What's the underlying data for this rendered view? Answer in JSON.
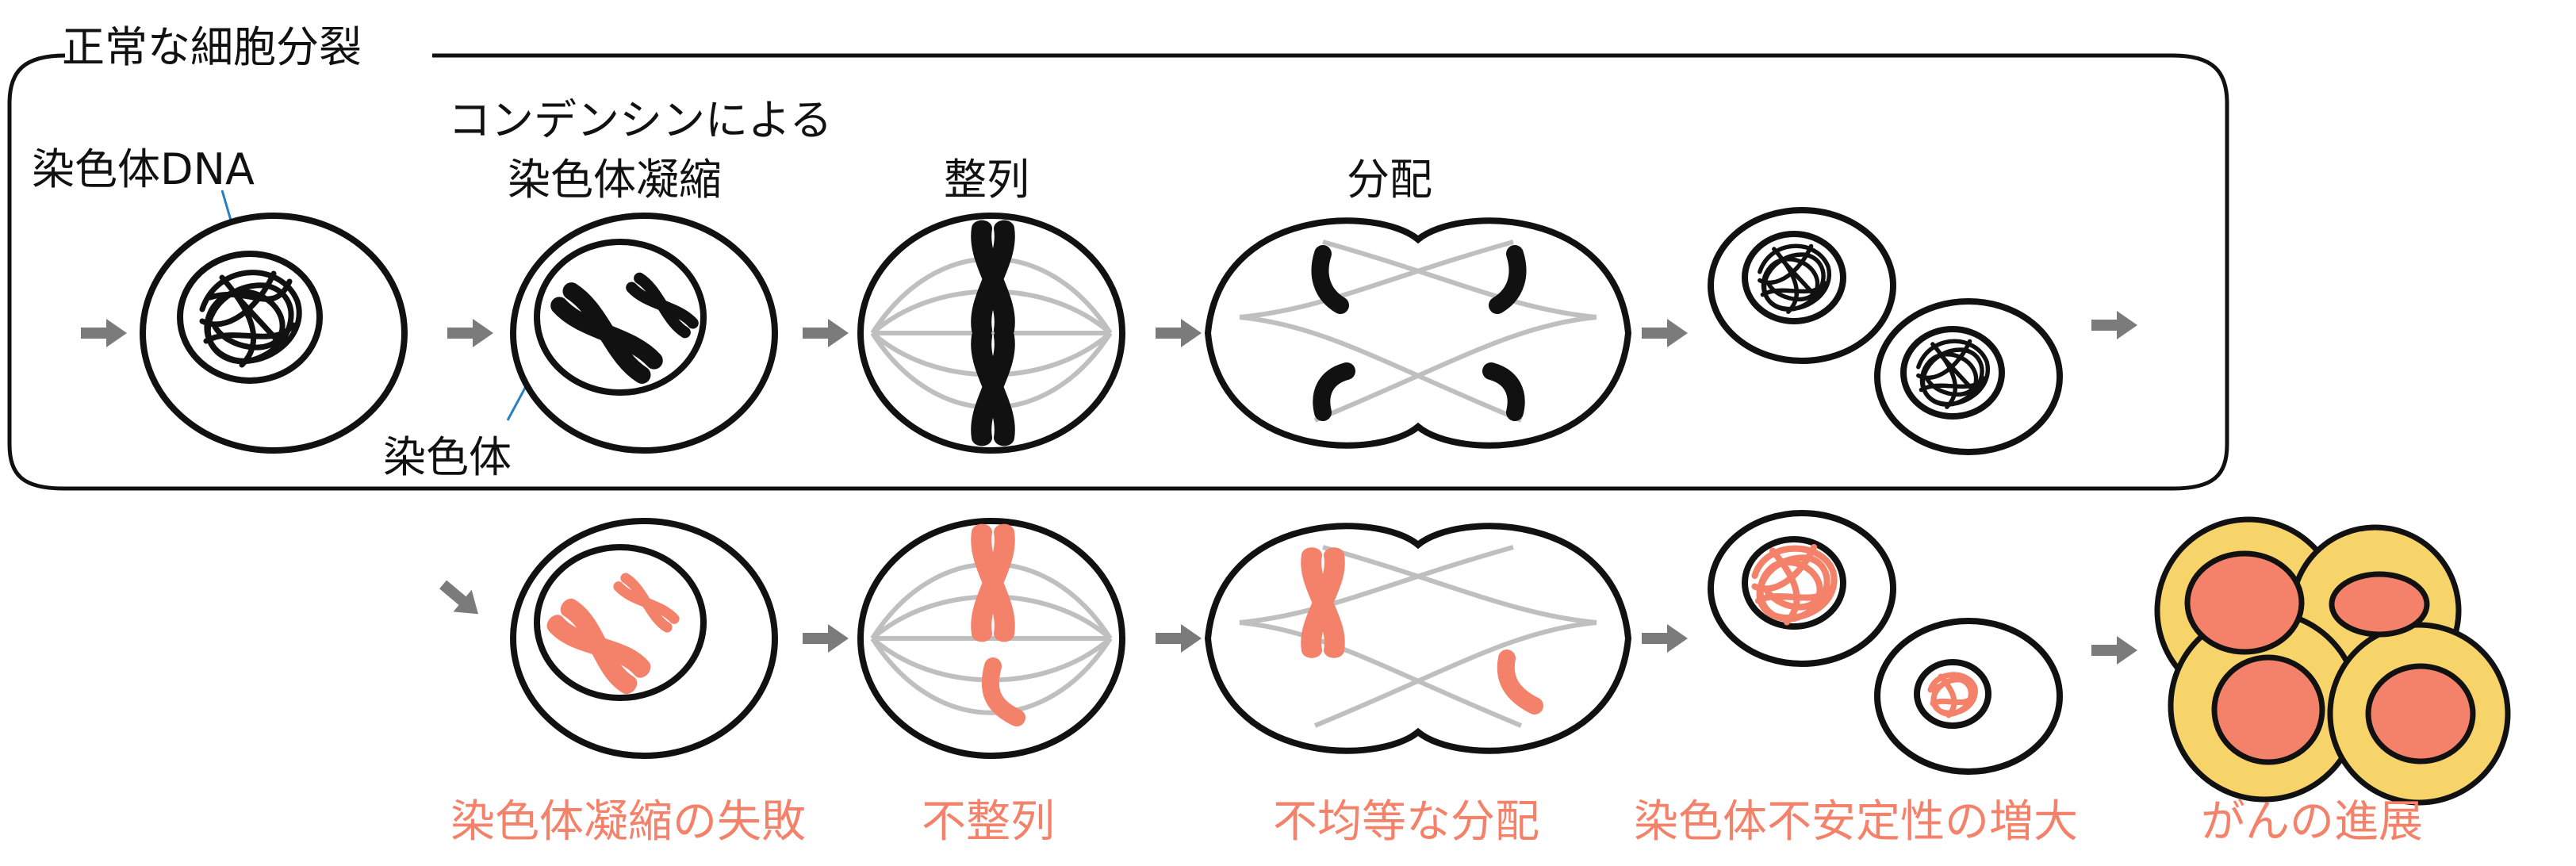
{
  "colors": {
    "black": "#111111",
    "gray_arrow": "#7b7b7b",
    "spindle": "#bfbfbf",
    "abnormal": "#f4826a",
    "cancer_yellow": "#f7d46a"
  },
  "normal_division": {
    "title": "正常な細胞分裂",
    "labels": {
      "chromosome_dna": "染色体DNA",
      "condensin_line1": "コンデンシンによる",
      "condensin_line2": "染色体凝縮",
      "alignment": "整列",
      "segregation": "分配",
      "chromosome": "染色体"
    }
  },
  "abnormal_division": {
    "labels": {
      "condensation_failure": "染色体凝縮の失敗",
      "misalignment": "不整列",
      "unequal_segregation": "不均等な分配",
      "chromosome_instability": "染色体不安定性の増大",
      "cancer_progression": "がんの進展"
    }
  },
  "icons": {
    "arrow": "right-arrow-icon",
    "arrow_diag": "down-right-arrow-icon"
  }
}
